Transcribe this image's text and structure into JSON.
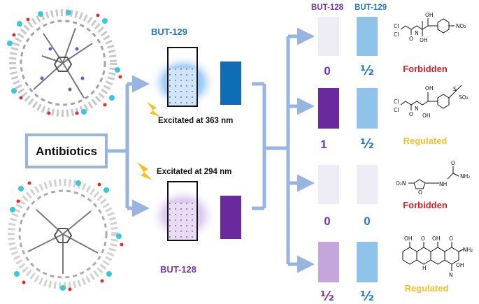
{
  "colors": {
    "arrow": "#98b4e0",
    "but129_blue": "#1f78c8",
    "but128_purple": "#7a35a8",
    "forbidden_red": "#d8232a",
    "regulated_yellow": "#f0c02c",
    "solid_blue": "#0f6cb6",
    "solid_purple": "#6a2a9e",
    "light_blue": "#8fc3ea",
    "pale": "#eeecf4",
    "light_purple": "#c4a6dc"
  },
  "labels": {
    "but129_top": "BUT-129",
    "but128_bottom": "BUT-128",
    "excitation_363": "Excitated at 363 nm",
    "excitation_294": "Excitated at 294 nm",
    "antibiotics": "Antibiotics",
    "col_but128": "BUT-128",
    "col_but129": "BUT-129"
  },
  "results": [
    {
      "but128_value": "0",
      "but129_value": "½",
      "status": "Forbidden",
      "structure_text": "NO₂"
    },
    {
      "but128_value": "1",
      "but129_value": "½",
      "status": "Regulated",
      "structure_text": "SO₂"
    },
    {
      "but128_value": "0",
      "but129_value": "0",
      "status": "Forbidden",
      "structure_text": "NH₂"
    },
    {
      "but128_value": "½",
      "but129_value": "½",
      "status": "Regulated",
      "structure_text": "NH₂"
    }
  ],
  "structure_labels": {
    "cl": "Cl",
    "oh": "OH",
    "o": "O",
    "n": "N",
    "h": "H",
    "s": "S",
    "o2n": "O₂N",
    "nh": "NH",
    "nh2": "NH₂",
    "no2": "NO₂"
  },
  "icons": [
    "lightning-icon",
    "lightning-icon",
    "mof-cage-icon",
    "mof-cage-icon",
    "cuvette-icon",
    "cuvette-icon"
  ]
}
